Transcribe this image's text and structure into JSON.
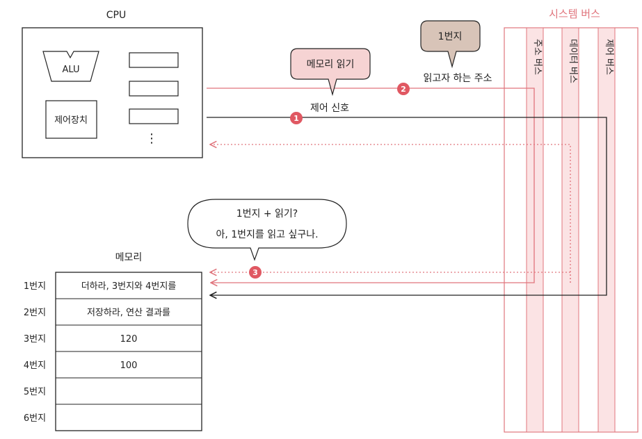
{
  "cpu": {
    "title": "CPU",
    "alu": "ALU",
    "control_unit": "제어장치",
    "register_ellipsis": "⋮"
  },
  "memory": {
    "title": "메모리",
    "rows": [
      {
        "address": "1번지",
        "content": "더하라, 3번지와 4번지를"
      },
      {
        "address": "2번지",
        "content": "저장하라, 연산 결과를"
      },
      {
        "address": "3번지",
        "content": "120"
      },
      {
        "address": "4번지",
        "content": "100"
      },
      {
        "address": "5번지",
        "content": ""
      },
      {
        "address": "6번지",
        "content": ""
      }
    ]
  },
  "system_bus": {
    "title": "시스템 버스",
    "address_bus": "주소 버스",
    "data_bus": "데이터 버스",
    "control_bus": "제어 버스"
  },
  "callouts": {
    "memory_read": "메모리 읽기",
    "address_1": "1번지",
    "target_address_caption": "읽고자 하는 주소",
    "control_signal_caption": "제어 신호",
    "memory_thought_line1": "1번지 + 읽기?",
    "memory_thought_line2": "아, 1번지를 읽고 싶구나."
  },
  "steps": [
    "1",
    "2",
    "3"
  ],
  "colors": {
    "accent": "#e0747c",
    "bus_fill": "#fbe3e4",
    "bus_fill_light": "#fdf2f2",
    "callout_pink": "#f6d3d3",
    "callout_tan": "#d8c4b8",
    "badge": "#e05862",
    "stroke": "#222222"
  }
}
